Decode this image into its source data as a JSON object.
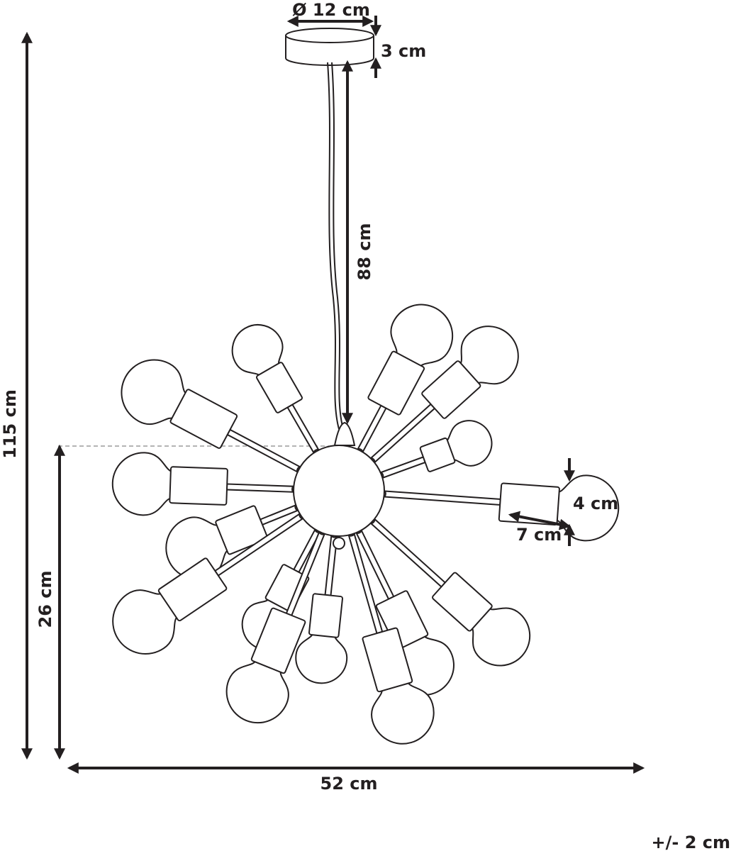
{
  "dimensions": {
    "canopy_diameter": "Ø 12 cm",
    "canopy_height": "3 cm",
    "cord_length": "88 cm",
    "total_height": "115 cm",
    "fixture_height": "26 cm",
    "width": "52 cm",
    "bulb_diameter": "4 cm",
    "socket_length": "7 cm"
  },
  "tolerance": "+/- 2 cm",
  "colors": {
    "line": "#231f20",
    "guide": "#888888",
    "background": "#ffffff"
  }
}
